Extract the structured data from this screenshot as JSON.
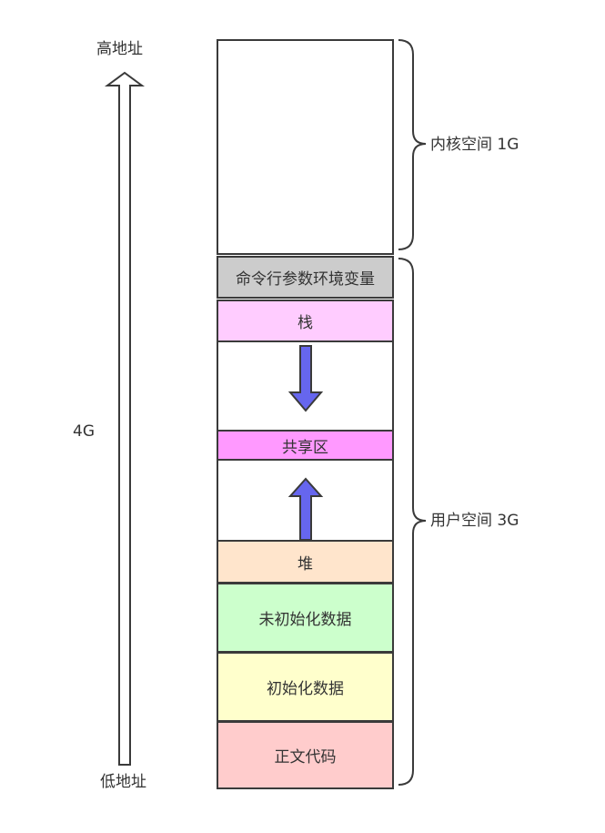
{
  "address": {
    "high": "高地址",
    "low": "低地址",
    "total": "4G"
  },
  "regions": {
    "kernel": "内核空间 1G",
    "user": "用户空间 3G"
  },
  "segments": [
    {
      "label": "",
      "color": "#ffffff"
    },
    {
      "label": "命令行参数环境变量",
      "color": "#cccccc"
    },
    {
      "label": "栈",
      "color": "#ffccff"
    },
    {
      "label": "共享区",
      "color": "#ff99ff"
    },
    {
      "label": "堆",
      "color": "#ffe5cc"
    },
    {
      "label": "未初始化数据",
      "color": "#ccffcc"
    },
    {
      "label": "初始化数据",
      "color": "#ffffcc"
    },
    {
      "label": "正文代码",
      "color": "#ffcccc"
    }
  ],
  "colors": {
    "growth_arrow": "#6666ee",
    "border": "#3a3a3a"
  }
}
